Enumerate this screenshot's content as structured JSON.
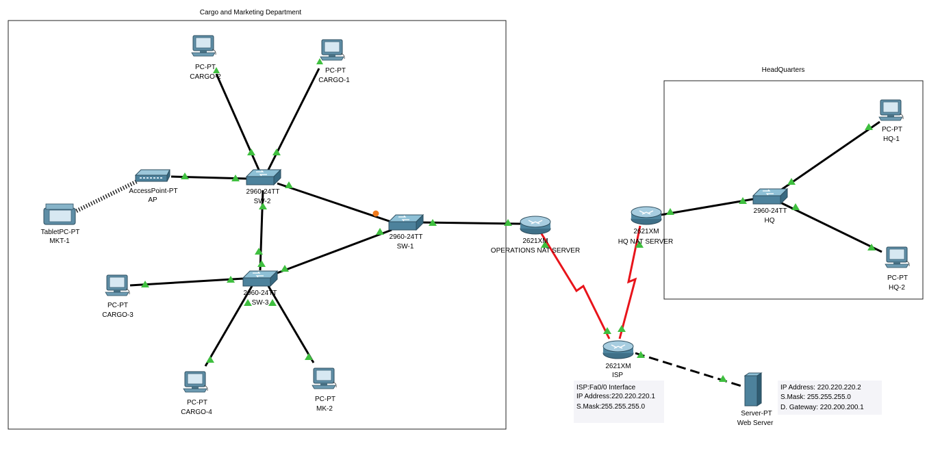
{
  "areas": {
    "cargo": {
      "title": "Cargo and Marketing Department"
    },
    "hq": {
      "title": "HeadQuarters"
    }
  },
  "devices": {
    "cargo2": {
      "model": "PC-PT",
      "name": "CARGO-2"
    },
    "cargo1": {
      "model": "PC-PT",
      "name": "CARGO-1"
    },
    "ap": {
      "model": "AccessPoint-PT",
      "name": "AP"
    },
    "mkt1": {
      "model": "TabletPC-PT",
      "name": "MKT-1"
    },
    "sw2": {
      "model": "2960-24TT",
      "name": "SW-2"
    },
    "sw1": {
      "model": "2960-24TT",
      "name": "SW-1"
    },
    "sw3": {
      "model": "2960-24TT",
      "name": "SW-3"
    },
    "cargo3": {
      "model": "PC-PT",
      "name": "CARGO-3"
    },
    "cargo4": {
      "model": "PC-PT",
      "name": "CARGO-4"
    },
    "mk2": {
      "model": "PC-PT",
      "name": "MK-2"
    },
    "ops": {
      "model": "2621XM",
      "name": "OPERATIONS NAT SERVER"
    },
    "hqnat": {
      "model": "2621XM",
      "name": "HQ NAT SERVER"
    },
    "hqsw": {
      "model": "2960-24TT",
      "name": "HQ"
    },
    "hq1": {
      "model": "PC-PT",
      "name": "HQ-1"
    },
    "hq2": {
      "model": "PC-PT",
      "name": "HQ-2"
    },
    "isp": {
      "model": "2621XM",
      "name": "ISP"
    },
    "web": {
      "model": "Server-PT",
      "name": "Web Server"
    }
  },
  "notes": {
    "isp": [
      "ISP:Fa0/0 Interface",
      "IP Address:220.220.220.1",
      "S.Mask:255.255.255.0"
    ],
    "web": [
      "IP Address: 220.220.220.2",
      "S.Mask: 255.255.255.0",
      "D. Gateway: 220.200.200.1"
    ]
  },
  "colors": {
    "ethernet": "#000000",
    "serial": "#e8141b",
    "link_up": "#3fbf3f",
    "link_pending": "#f07a1c",
    "device": "#5b8fa8"
  }
}
